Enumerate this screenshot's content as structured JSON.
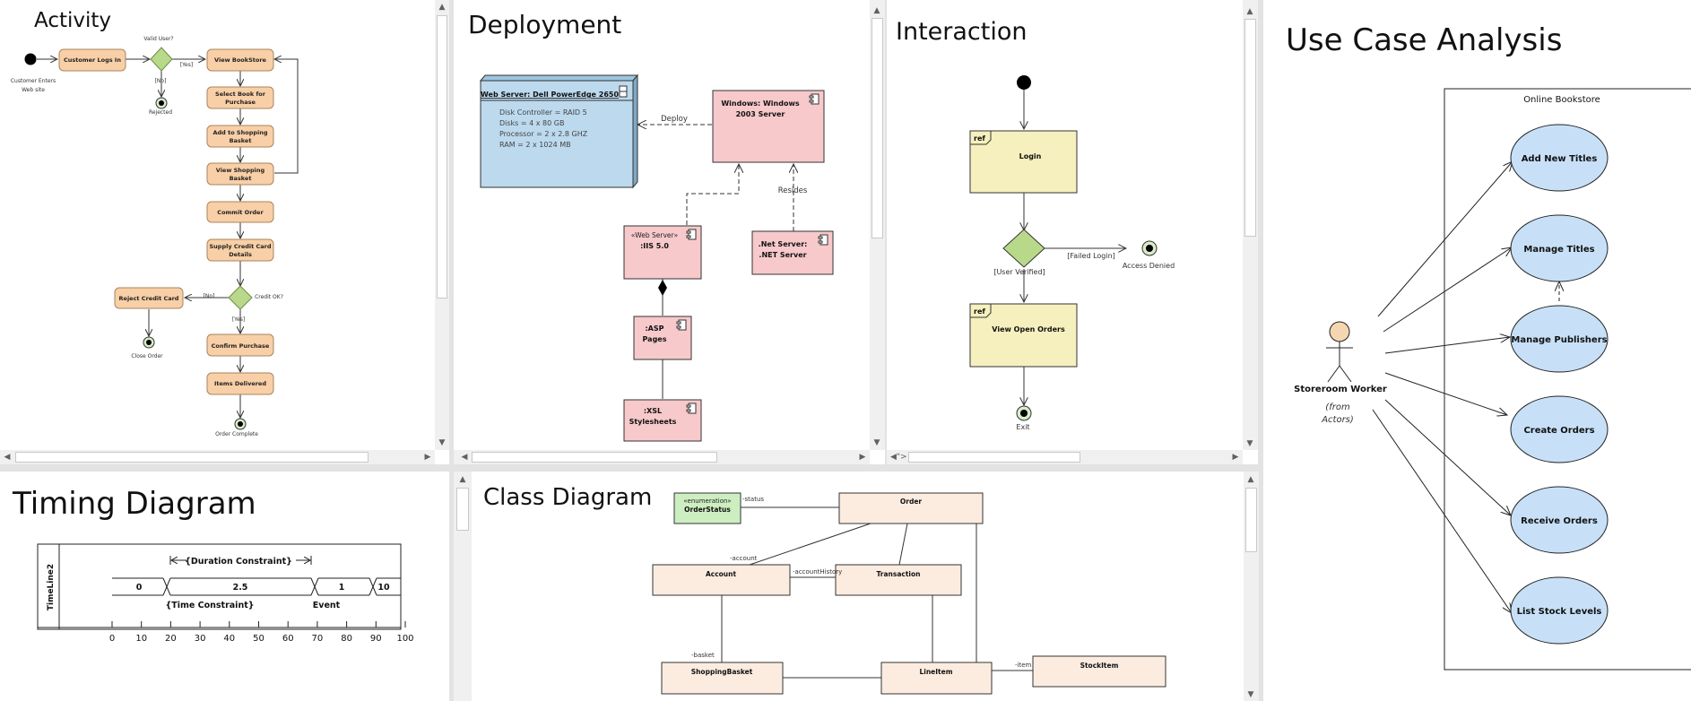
{
  "panels": {
    "activity": {
      "title": "Activity",
      "nodes": {
        "login": "Customer Logs In",
        "view_store": "View BookStore",
        "select_book": [
          "Select Book for",
          "Purchase"
        ],
        "add_basket": [
          "Add to Shopping",
          "Basket"
        ],
        "view_basket": [
          "View Shopping",
          "Basket"
        ],
        "commit": "Commit Order",
        "supply_cc": [
          "Supply Credit Card",
          "Details"
        ],
        "reject_cc": "Reject Credit Card",
        "confirm": "Confirm Purchase",
        "delivered": "Items Delivered"
      },
      "labels": {
        "start": [
          "Customer Enters",
          "Web site"
        ],
        "valid_user": "Valid User?",
        "yes1": "[Yes]",
        "no1": "[No]",
        "rejected": "Rejected",
        "credit_ok": "Credit OK?",
        "no2": "[No]",
        "yes2": "[Yes]",
        "close_order": "Close Order",
        "order_complete": "Order Complete"
      }
    },
    "deployment": {
      "title": "Deployment",
      "node": {
        "title": "Web Server: Dell PowerEdge 2650",
        "props": [
          "Disk Controller = RAID 5",
          "Disks = 4 x 80 GB",
          "Processor = 2 x 2.8 GHZ",
          "RAM = 2 x 1024 MB"
        ]
      },
      "windows": [
        "Windows: Windows",
        "2003 Server"
      ],
      "iis": [
        "«Web Server»",
        ":IIS 5.0"
      ],
      "dotnet": [
        ".Net Server:",
        ".NET Server"
      ],
      "asp": [
        ":ASP",
        "Pages"
      ],
      "xsl": [
        ":XSL",
        "Stylesheets"
      ],
      "deploy_label": "Deploy",
      "resides_label": "Resides"
    },
    "interaction": {
      "title": "Interaction",
      "ref1": {
        "tag": "ref",
        "name": "Login"
      },
      "ref2": {
        "tag": "ref",
        "name": "View Open Orders"
      },
      "failed": "[Failed Login]",
      "access_denied": "Access Denied",
      "verified": "[User Verified]",
      "exit": "Exit"
    },
    "usecase": {
      "title": "Use Case Analysis",
      "boundary": "Online Bookstore",
      "actor": "Storeroom Worker",
      "actor_note": [
        "(from",
        "Actors)"
      ],
      "cases": [
        "Add New Titles",
        "Manage Titles",
        "Manage Publishers",
        "Create Orders",
        "Receive Orders",
        "List Stock Levels"
      ]
    },
    "timing": {
      "title": "Timing Diagram",
      "lifeline": "TimeLine2",
      "duration": "{Duration Constraint}",
      "states": [
        "0",
        "2.5",
        "1",
        "10"
      ],
      "time_constraint": "{Time Constraint}",
      "event": "Event",
      "ticks": [
        "0",
        "10",
        "20",
        "30",
        "40",
        "50",
        "60",
        "70",
        "80",
        "90",
        "100"
      ]
    },
    "class": {
      "title": "Class Diagram",
      "enum_stereo": "«enumeration»",
      "enum_name": "OrderStatus",
      "status_role": "-status",
      "classes": {
        "order": "Order",
        "account": "Account",
        "transaction": "Transaction",
        "basket": "ShoppingBasket",
        "lineitem": "LineItem",
        "stockitem": "StockItem"
      },
      "roles": {
        "account": "-account",
        "history": "-accountHistory",
        "basket": "-basket",
        "item": "-item"
      }
    }
  },
  "colors": {
    "activity_fill": "#f8cfa6",
    "decision_fill": "#b8d98a",
    "node_fill": "#bcd9ee",
    "component_fill": "#f7c9cb",
    "ref_fill": "#f5f0bd",
    "usecase_fill": "#c7e0f7",
    "actor_fill": "#f6d6b0",
    "class_fill": "#fcece0",
    "enum_fill": "#cdeec0"
  }
}
